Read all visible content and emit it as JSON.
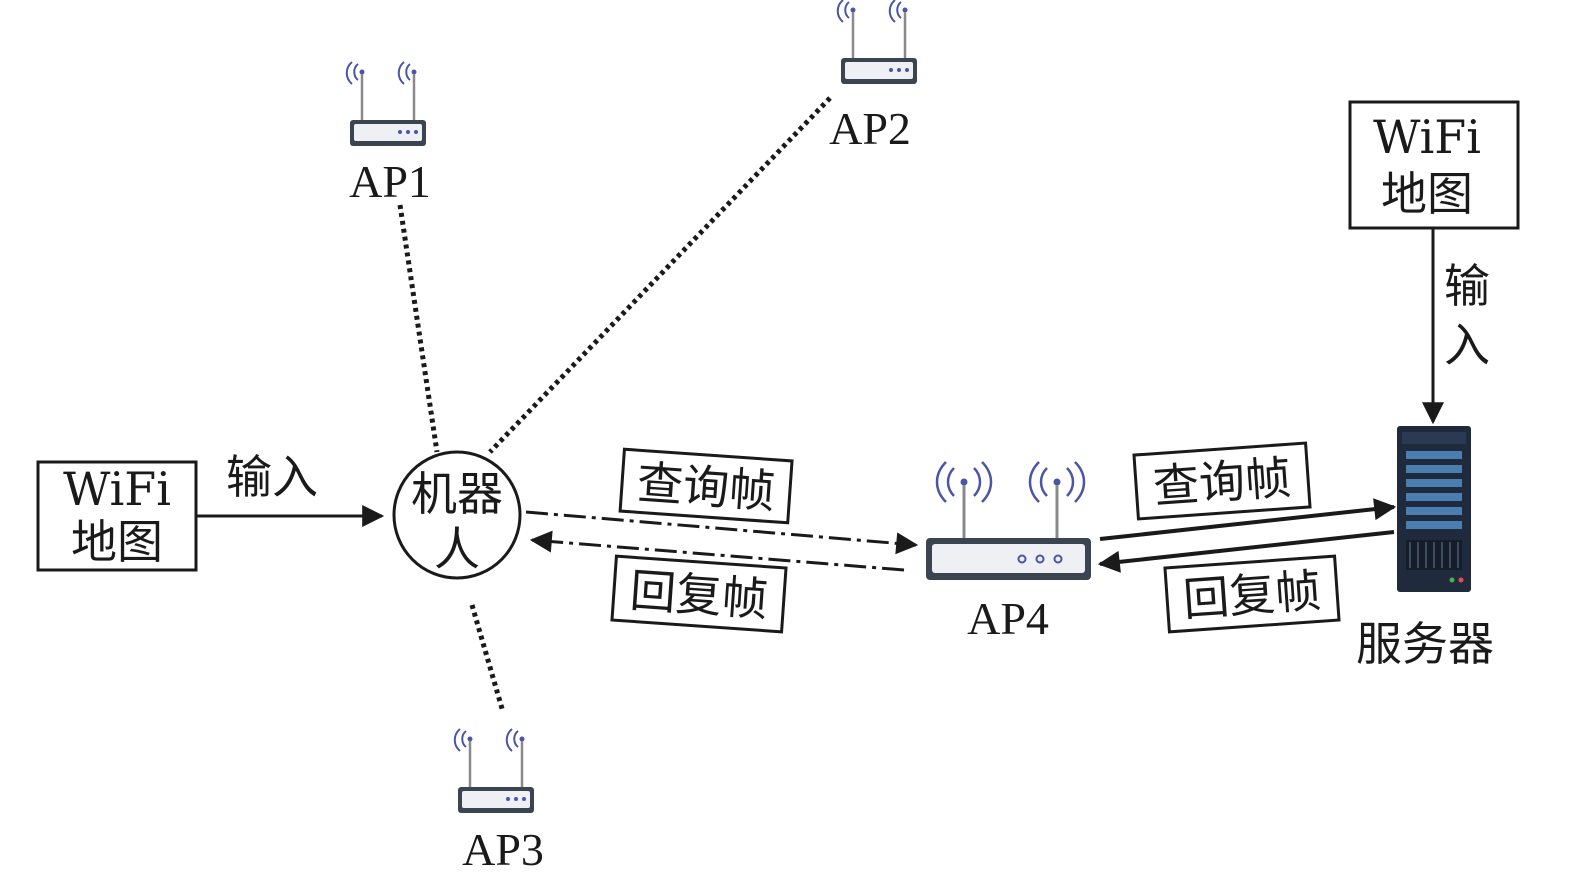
{
  "left_map": {
    "line1": "WiFi",
    "line2": "地图"
  },
  "left_input": "输入",
  "robot": {
    "line1": "机器",
    "line2": "人"
  },
  "aps": {
    "ap1": "AP1",
    "ap2": "AP2",
    "ap3": "AP3",
    "ap4": "AP4"
  },
  "robot_link": {
    "query": "查询帧",
    "reply": "回复帧"
  },
  "server_link": {
    "query": "查询帧",
    "reply": "回复帧"
  },
  "right_map": {
    "line1": "WiFi",
    "line2": "地图"
  },
  "right_input": {
    "line1": "输",
    "line2": "入"
  },
  "server": "服务器",
  "colors": {
    "line": "#1a1a1a",
    "router": "#3b4552",
    "antenna_wave": "#4a55a8",
    "server": "#1f2b3c",
    "server_accent": "#4a7db0"
  }
}
